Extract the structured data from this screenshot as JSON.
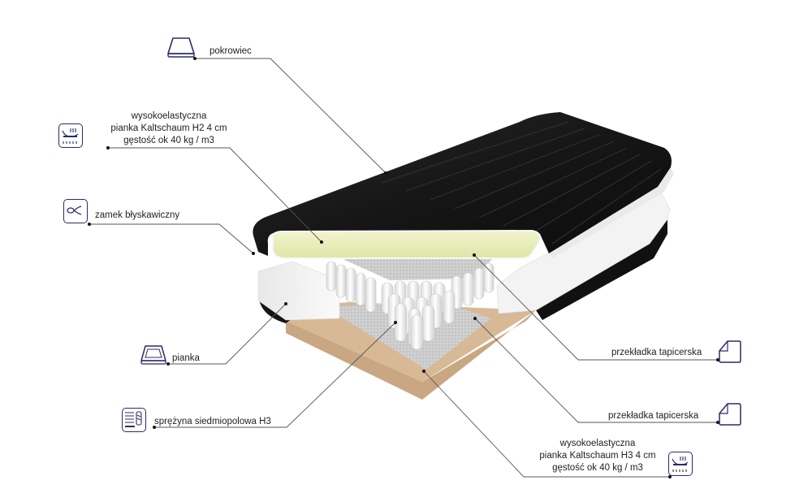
{
  "diagram": {
    "title": "Mattress layer cross-section",
    "accent_color": "#2b2b6b",
    "leader_line_color": "#555555",
    "layers_colors": {
      "cover": "#141414",
      "top_foam": "#e6ebb8",
      "springs": "#f2f2f2",
      "felt_pad": "#cfcfcf",
      "base_foam": "#d6b898",
      "side_foam": "#f4f4f4"
    }
  },
  "callouts": [
    {
      "id": "cover",
      "label": "pokrowiec",
      "icon": "mattress-cover-icon",
      "side": "left"
    },
    {
      "id": "top-foam",
      "lines": [
        "wysokoelastyczna",
        "pianka Kaltschaum H2 4 cm",
        "gęstość ok 40 kg / m3"
      ],
      "icon": "hr-foam-icon",
      "side": "left"
    },
    {
      "id": "zipper",
      "label": "zamek błyskawiczny",
      "icon": "zipper-icon",
      "side": "left"
    },
    {
      "id": "foam",
      "label": "pianka",
      "icon": "foam-frame-icon",
      "side": "left"
    },
    {
      "id": "spring",
      "label": "sprężyna siedmiopolowa H3",
      "icon": "pocket-spring-icon",
      "side": "left"
    },
    {
      "id": "pad-1",
      "label": "przekładka tapicerska",
      "icon": "upholstery-pad-icon",
      "side": "right"
    },
    {
      "id": "pad-2",
      "label": "przekładka tapicerska",
      "icon": "upholstery-pad-icon",
      "side": "right"
    },
    {
      "id": "bottom-foam",
      "lines": [
        "wysokoelastyczna",
        "pianka Kaltschaum H3 4 cm",
        "gęstość ok 40 kg / m3"
      ],
      "icon": "hr-foam-icon",
      "side": "right"
    }
  ]
}
